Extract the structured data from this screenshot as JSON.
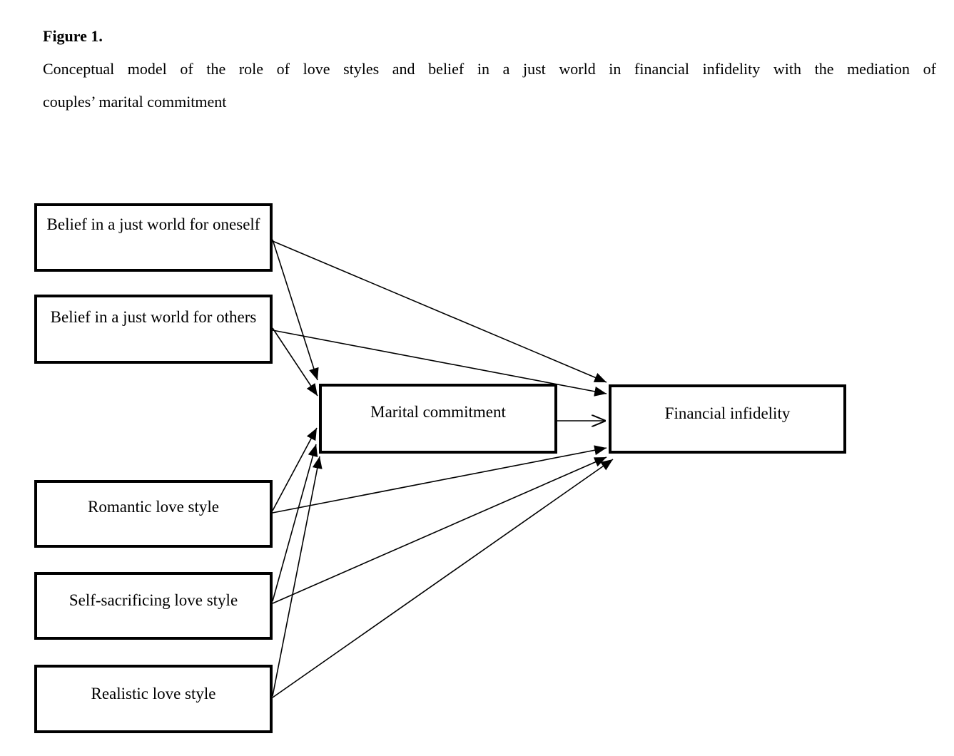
{
  "figure": {
    "label": "Figure 1.",
    "caption_line1": "Conceptual model of the role of love styles and belief in a just world in financial infidelity with the mediation of",
    "caption_line2": "couples’ marital commitment"
  },
  "diagram": {
    "nodes": [
      {
        "id": "bjw_oneself",
        "label": "Belief in a just world for oneself"
      },
      {
        "id": "bjw_others",
        "label": "Belief in a just world for others"
      },
      {
        "id": "romantic",
        "label": "Romantic love style"
      },
      {
        "id": "self_sacrificing",
        "label": "Self-sacrificing love style"
      },
      {
        "id": "realistic",
        "label": "Realistic love style"
      },
      {
        "id": "marital_commitment",
        "label": "Marital commitment"
      },
      {
        "id": "financial_infidelity",
        "label": "Financial infidelity"
      }
    ],
    "edges": [
      {
        "from": "bjw_oneself",
        "to": "marital_commitment",
        "head": "filled"
      },
      {
        "from": "bjw_oneself",
        "to": "financial_infidelity",
        "head": "filled"
      },
      {
        "from": "bjw_others",
        "to": "marital_commitment",
        "head": "filled"
      },
      {
        "from": "bjw_others",
        "to": "financial_infidelity",
        "head": "filled"
      },
      {
        "from": "romantic",
        "to": "marital_commitment",
        "head": "filled"
      },
      {
        "from": "romantic",
        "to": "financial_infidelity",
        "head": "filled"
      },
      {
        "from": "self_sacrificing",
        "to": "marital_commitment",
        "head": "filled"
      },
      {
        "from": "self_sacrificing",
        "to": "financial_infidelity",
        "head": "filled"
      },
      {
        "from": "realistic",
        "to": "marital_commitment",
        "head": "filled"
      },
      {
        "from": "realistic",
        "to": "financial_infidelity",
        "head": "filled"
      },
      {
        "from": "marital_commitment",
        "to": "financial_infidelity",
        "head": "open"
      }
    ],
    "colors": {
      "background": "#ffffff",
      "text": "#000000",
      "box_border": "#000000",
      "line": "#000000"
    }
  }
}
